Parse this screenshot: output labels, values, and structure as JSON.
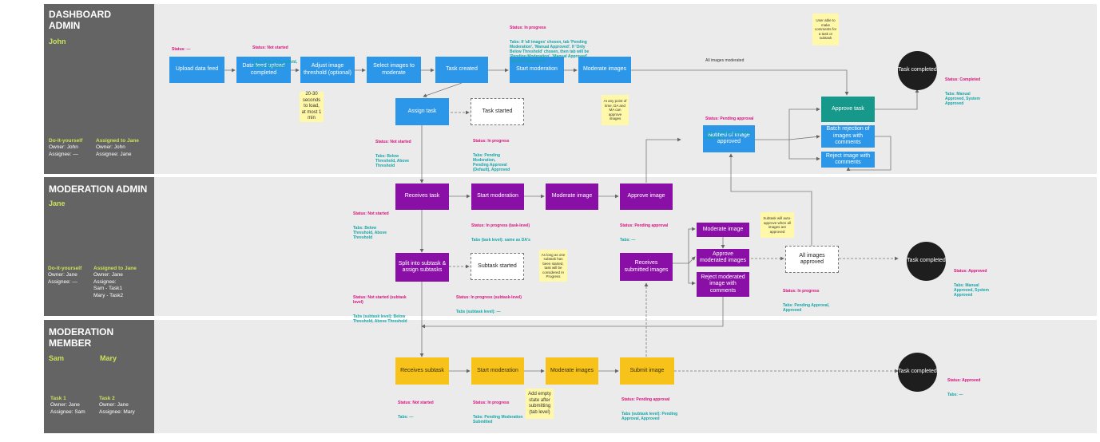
{
  "lanes": {
    "dashboard": {
      "title": "DASHBOARD\nADMIN",
      "name": "John",
      "col1_heading": "Do-it-yourself",
      "col1_text": "Owner: John\nAssignee: —",
      "col2_heading": "Assigned to Jane",
      "col2_text": "Owner: John\nAssignee: Jane"
    },
    "moderation_admin": {
      "title": "MODERATION ADMIN",
      "name": "Jane",
      "col1_heading": "Do-it-yourself",
      "col1_text": "Owner: Jane\nAssignee: —",
      "col2_heading": "Assigned to Jane",
      "col2_text": "Owner: Jane\nAssignee:\nSam - Task1\nMary - Task2"
    },
    "moderation_member": {
      "title": "MODERATION MEMBER",
      "name1": "Sam",
      "name2": "Mary",
      "col1_heading": "Task 1",
      "col1_text": "Owner: Jane\nAssignee: Sam",
      "col2_heading": "Task 2",
      "col2_text": "Owner: Jane\nAssignee: Mary"
    }
  },
  "nodes": {
    "upload_data_feed": "Upload data feed",
    "data_feed_upload_completed": "Data feed upload completed",
    "adjust_image_threshold": "Adjust image threshold (optional)",
    "select_images": "Select images to moderate",
    "task_created": "Task created",
    "start_moderation_da": "Start moderation",
    "moderate_images_da": "Moderate images",
    "task_completed_da": "Task completed",
    "assign_task": "Assign task",
    "task_started": "Task started",
    "approve_task": "Approve task",
    "batch_rejection": "Batch rejection of images with comments",
    "reject_image": "Reject image with comments",
    "notified_approved": "Notified of image approved",
    "receives_task": "Receives task",
    "start_moderation_ma": "Start moderation",
    "moderate_image_ma": "Moderate image",
    "approve_image_ma": "Approve image",
    "split_subtask": "Split into subtask & assign subtasks",
    "subtask_started": "Subtask started",
    "receives_submitted": "Receives submitted images",
    "moderate_image_ma2": "Moderate image",
    "approve_moderated": "Approve moderated images",
    "reject_moderated": "Reject moderated image with comments",
    "all_images_approved": "All images approved",
    "task_completed_ma": "Task completed",
    "receives_subtask": "Receives subtask",
    "start_moderation_mm": "Start moderation",
    "moderate_images_mm": "Moderate images",
    "submit_image": "Submit image",
    "task_completed_mm": "Task completed"
  },
  "notes": {
    "load_time": "20-30 seconds to load, at most 1 min",
    "user_comments": "User able to make comments for a task or subtask",
    "any_point": "At any point of time, DA and MA can approve images",
    "subtask_auto": "Subtask will auto-approve when all images are approved",
    "as_long_as": "As long as one subtask has been started, task will be considered In Progress",
    "empty_state": "Add empty state after submitting (tab level)"
  },
  "edge_labels": {
    "all_images_moderated": "All images moderated"
  },
  "statuses": {
    "upload": {
      "status": "Status: —",
      "tabs": ""
    },
    "not_started_da": {
      "status": "Status: Not started",
      "tabs": "Tabs: Below Threshold,\nAbove Threshold"
    },
    "in_progress_da": {
      "status": "Status: In progress",
      "tabs": "Tabs: If 'all images' chosen, tab 'Pending\nModeration', 'Manual Approved'. If 'Only\nBelow Threshold' chosen, then tab will be\n'Pending Moderation', 'Manual Approved',\n'System Approved'"
    },
    "completed_da": {
      "status": "Status: Completed",
      "tabs": "Tabs: Manual\nApproved, System\nApproved"
    },
    "assign_not_started": {
      "status": "Status: Not started",
      "tabs": "Tabs: Below\nThreshold, Above\nThreshold"
    },
    "task_started_inprog": {
      "status": "Status: In progress",
      "tabs": "Tabs: Pending\nModeration,\nPending Approval\n(Default), Approved"
    },
    "pending_approval_da": {
      "status": "Status: Pending approval",
      "tabs": "Tabs: Pending Approval,\nApproved"
    },
    "receives_task": {
      "status": "Status: Not started",
      "tabs": "Tabs: Below\nThreshold, Above\nThreshold"
    },
    "inprog_task_level": {
      "status": "Status: In progress (task-level)",
      "tabs": "Tabs (task level): same as DA's"
    },
    "pending_approval_ma": {
      "status": "Status: Pending approval",
      "tabs": "Tabs: —"
    },
    "split_not_started": {
      "status": "Status: Not started (subtask\nlevel)",
      "tabs": "Tabs (subtask level): Below\nThreshold, Above Threshold"
    },
    "inprog_subtask": {
      "status": "Status: In progress (subtask-level)",
      "tabs": "Tabs (subtask level): —"
    },
    "inprog_all_approved": {
      "status": "Status: In progress",
      "tabs": "Tabs: Pending Approval,\nApproved"
    },
    "approved_ma": {
      "status": "Status: Approved",
      "tabs": "Tabs: Manual\nApproved, System\nApproved"
    },
    "mm_not_started": {
      "status": "Status: Not started",
      "tabs": "Tabs: —"
    },
    "mm_in_progress": {
      "status": "Status: In progress",
      "tabs": "Tabs: Pending Moderation\nSubmitted"
    },
    "mm_pending": {
      "status": "Status: Pending approval",
      "tabs": "Tabs (subtask level): Pending\nApproval, Approved"
    },
    "mm_approved": {
      "status": "Status: Approved",
      "tabs": "Tabs: —"
    }
  },
  "colors": {
    "blue": "#2c97e8",
    "teal": "#16988a",
    "purple": "#8a0fa6",
    "yellow": "#f7c21a",
    "status": "#d8117e",
    "tabs": "#15a6a8",
    "lane_label": "#646464",
    "lane_bg": "#ebebeb"
  }
}
